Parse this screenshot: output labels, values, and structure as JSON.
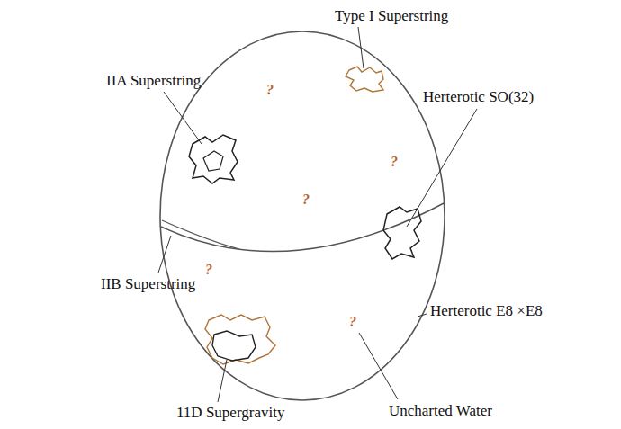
{
  "diagram": {
    "labels": [
      "Type I Superstring",
      "IIA Superstring",
      "Herterotic SO(32)",
      "?",
      "?",
      "?",
      "IIB Superstring",
      "?",
      "?",
      "Herterotic E8 ×E8",
      "11D Supergravity",
      "Uncharted Water"
    ]
  }
}
